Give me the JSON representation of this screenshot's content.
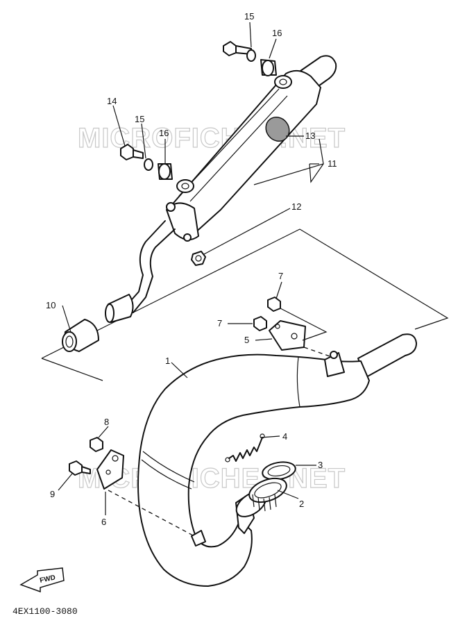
{
  "diagram": {
    "watermark_top": "MICROFICHES.NET",
    "watermark_bottom": "MICROFICHES.NET",
    "diagram_code": "4EX1100-3080",
    "fwd_label": "FWD",
    "callouts": {
      "c1": "1",
      "c2": "2",
      "c3": "3",
      "c4": "4",
      "c5": "5",
      "c6": "6",
      "c7a": "7",
      "c7b": "7",
      "c8": "8",
      "c9": "9",
      "c10": "10",
      "c11": "11",
      "c12": "12",
      "c13": "13",
      "c14": "14",
      "c15a": "15",
      "c15b": "15",
      "c16a": "16",
      "c16b": "16"
    }
  }
}
